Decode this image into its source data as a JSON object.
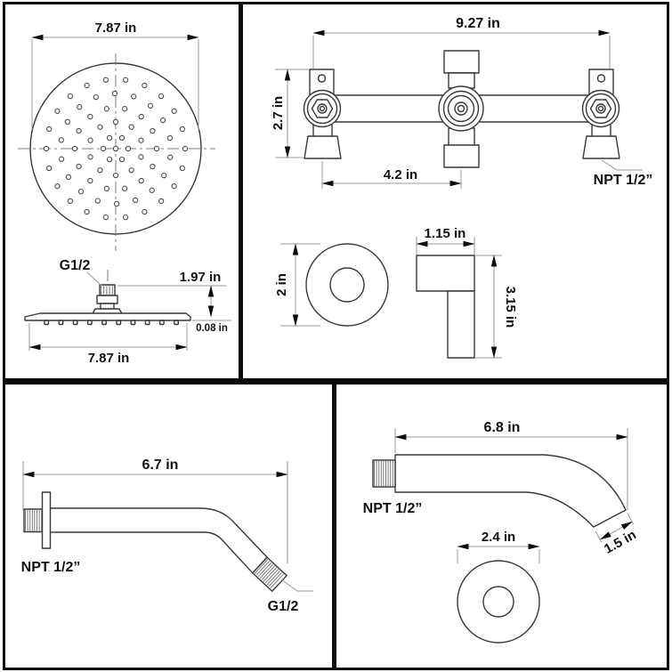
{
  "panels": {
    "shower_head": {
      "top_diameter": "7.87 in",
      "thread": "G1/2",
      "height": "1.97 in",
      "plate_thickness": "0.08 in",
      "side_diameter": "7.87 in"
    },
    "valve": {
      "overall_width": "9.27 in",
      "body_height": "2.7 in",
      "port_spacing": "4.2 in",
      "thread": "NPT 1/2”",
      "escutcheon_diameter": "2 in",
      "handle_width": "1.15 in",
      "handle_depth": "3.15 in"
    },
    "arm": {
      "length": "6.7 in",
      "wall_thread": "NPT 1/2”",
      "head_thread": "G1/2"
    },
    "spout": {
      "length": "6.8 in",
      "wall_thread": "NPT 1/2”",
      "outlet_width": "1.5 in",
      "flange_diameter": "2.4 in"
    }
  }
}
